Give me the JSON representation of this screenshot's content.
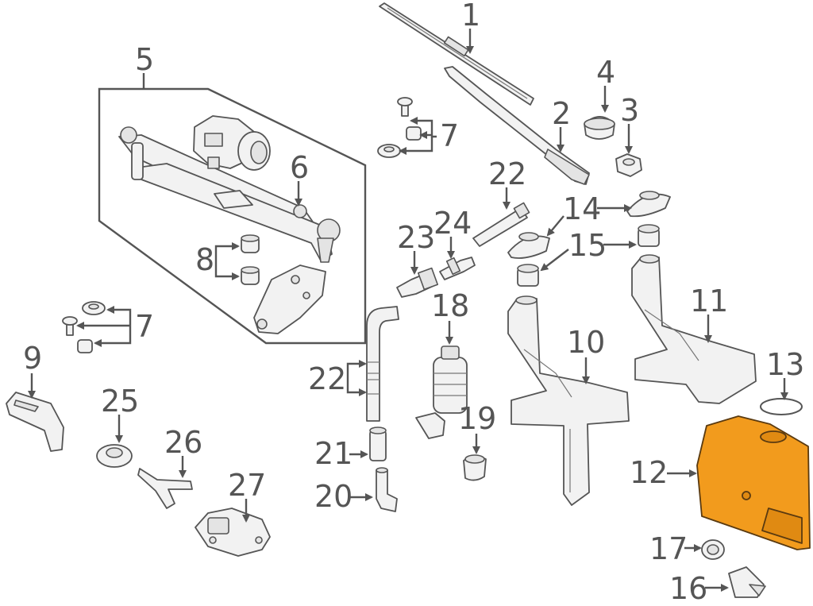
{
  "diagram": {
    "highlight_color": "#f29b1d",
    "line_color": "#555555",
    "callouts": [
      {
        "id": "c1",
        "label": "1"
      },
      {
        "id": "c2",
        "label": "2"
      },
      {
        "id": "c3",
        "label": "3"
      },
      {
        "id": "c4",
        "label": "4"
      },
      {
        "id": "c5",
        "label": "5"
      },
      {
        "id": "c6",
        "label": "6"
      },
      {
        "id": "c7a",
        "label": "7"
      },
      {
        "id": "c7b",
        "label": "7"
      },
      {
        "id": "c8",
        "label": "8"
      },
      {
        "id": "c9",
        "label": "9"
      },
      {
        "id": "c10",
        "label": "10"
      },
      {
        "id": "c11",
        "label": "11"
      },
      {
        "id": "c12",
        "label": "12"
      },
      {
        "id": "c13",
        "label": "13"
      },
      {
        "id": "c14",
        "label": "14"
      },
      {
        "id": "c15",
        "label": "15"
      },
      {
        "id": "c16",
        "label": "16"
      },
      {
        "id": "c17",
        "label": "17"
      },
      {
        "id": "c18",
        "label": "18"
      },
      {
        "id": "c19",
        "label": "19"
      },
      {
        "id": "c20",
        "label": "20"
      },
      {
        "id": "c21",
        "label": "21"
      },
      {
        "id": "c22a",
        "label": "22"
      },
      {
        "id": "c22b",
        "label": "22"
      },
      {
        "id": "c23",
        "label": "23"
      },
      {
        "id": "c24",
        "label": "24"
      },
      {
        "id": "c25",
        "label": "25"
      },
      {
        "id": "c26",
        "label": "26"
      },
      {
        "id": "c27",
        "label": "27"
      }
    ]
  }
}
